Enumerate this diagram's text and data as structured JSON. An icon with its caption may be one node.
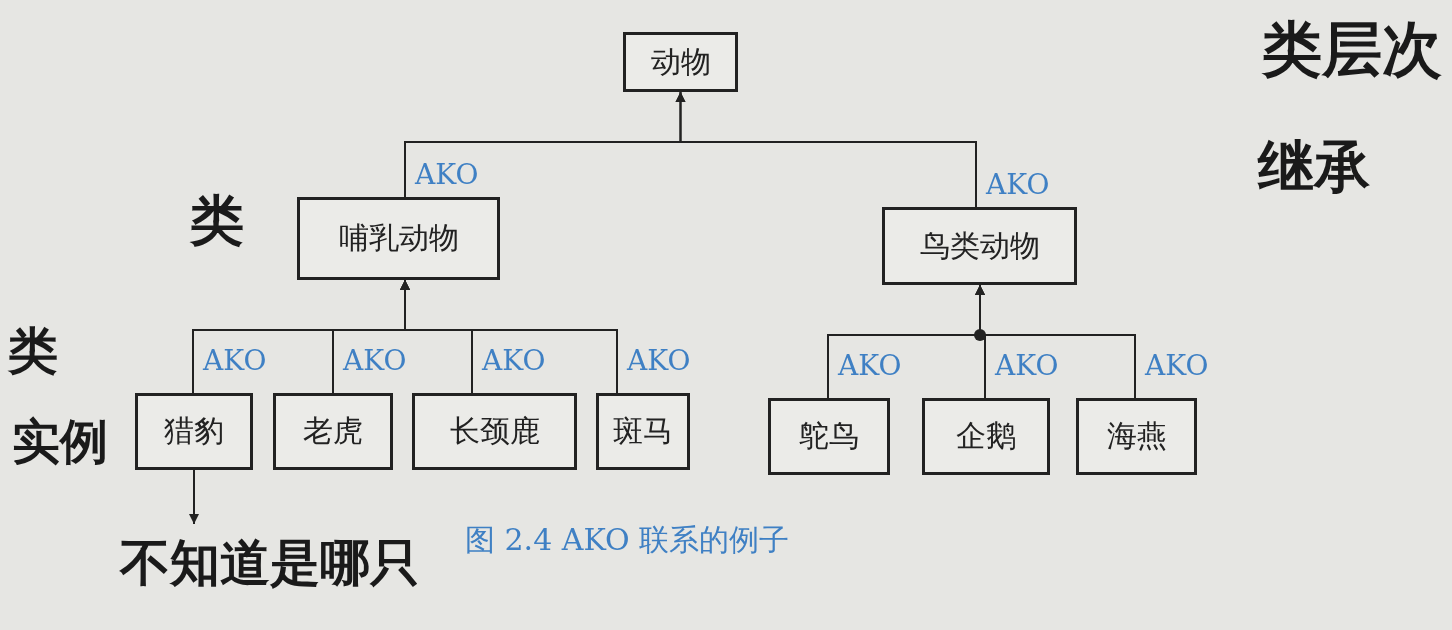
{
  "diagram": {
    "caption": "图 2.4 AKO 联系的例子",
    "nodes": [
      {
        "text": [
          "动物"
        ]
      },
      {
        "text": [
          "哺乳动物"
        ]
      },
      {
        "text": [
          "鸟类动物"
        ]
      },
      {
        "text": [
          "猎豹"
        ]
      },
      {
        "text": [
          "老虎"
        ]
      },
      {
        "text": [
          "长颈鹿"
        ]
      },
      {
        "text": [
          "斑马"
        ]
      },
      {
        "text": [
          "鸵鸟"
        ]
      },
      {
        "text": [
          "企鹅"
        ]
      },
      {
        "text": [
          "海燕"
        ]
      },
      {
        "text": [
          "不知道是哪只"
        ]
      }
    ],
    "edges": [
      {
        "from": 1,
        "to": 0,
        "arrow": "to",
        "label": "AKO"
      },
      {
        "from": 2,
        "to": 0,
        "arrow": "to",
        "label": "AKO"
      },
      {
        "from": 3,
        "to": 1,
        "arrow": "to",
        "label": "AKO"
      },
      {
        "from": 4,
        "to": 1,
        "arrow": "to",
        "label": "AKO"
      },
      {
        "from": 5,
        "to": 1,
        "arrow": "to",
        "label": "AKO"
      },
      {
        "from": 6,
        "to": 1,
        "arrow": "to",
        "label": "AKO"
      },
      {
        "from": 7,
        "to": 2,
        "arrow": "to",
        "label": "AKO"
      },
      {
        "from": 8,
        "to": 2,
        "arrow": "to",
        "label": "AKO"
      },
      {
        "from": 9,
        "to": 2,
        "arrow": "to",
        "label": "AKO"
      },
      {
        "from": 3,
        "to": 10,
        "arrow": "to"
      }
    ],
    "labels": [
      "类层次",
      "继承",
      "类",
      "类",
      "实例"
    ]
  }
}
